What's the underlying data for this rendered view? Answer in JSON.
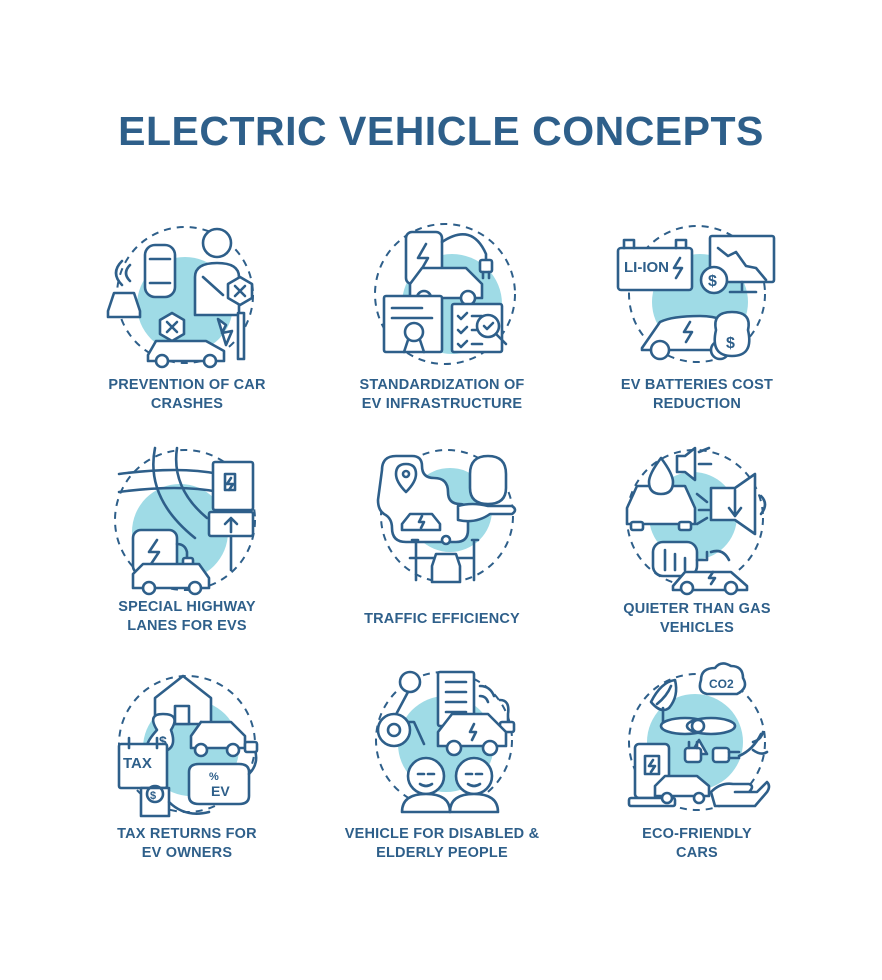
{
  "title": "ELECTRIC VEHICLE CONCEPTS",
  "colors": {
    "stroke": "#2e5f8a",
    "accent": "#9fdbe6",
    "background": "#ffffff"
  },
  "concepts": [
    {
      "icon": "car-crash-icon",
      "lines": [
        "PREVENTION OF CAR",
        "CRASHES"
      ]
    },
    {
      "icon": "ev-infrastructure-icon",
      "lines": [
        "STANDARDIZATION OF",
        "EV INFRASTRUCTURE"
      ]
    },
    {
      "icon": "battery-cost-icon",
      "lines": [
        "EV BATTERIES COST",
        "REDUCTION"
      ],
      "battery_text": "LI-ION"
    },
    {
      "icon": "highway-lane-icon",
      "lines": [
        "SPECIAL HIGHWAY",
        "LANES FOR EVS"
      ]
    },
    {
      "icon": "traffic-efficiency-icon",
      "lines": [
        "TRAFFIC EFFICIENCY"
      ]
    },
    {
      "icon": "quiet-vehicle-icon",
      "lines": [
        "QUIETER THAN GAS",
        "VEHICLES"
      ]
    },
    {
      "icon": "tax-return-icon",
      "lines": [
        "TAX RETURNS FOR",
        "EV OWNERS"
      ],
      "tax_text": "TAX",
      "ev_text": "EV",
      "percent_text": "%"
    },
    {
      "icon": "accessible-vehicle-icon",
      "lines": [
        "VEHICLE FOR DISABLED &",
        "ELDERLY PEOPLE"
      ]
    },
    {
      "icon": "eco-friendly-icon",
      "lines": [
        "ECO-FRIENDLY",
        "CARS"
      ],
      "co2_text": "CO2"
    }
  ]
}
